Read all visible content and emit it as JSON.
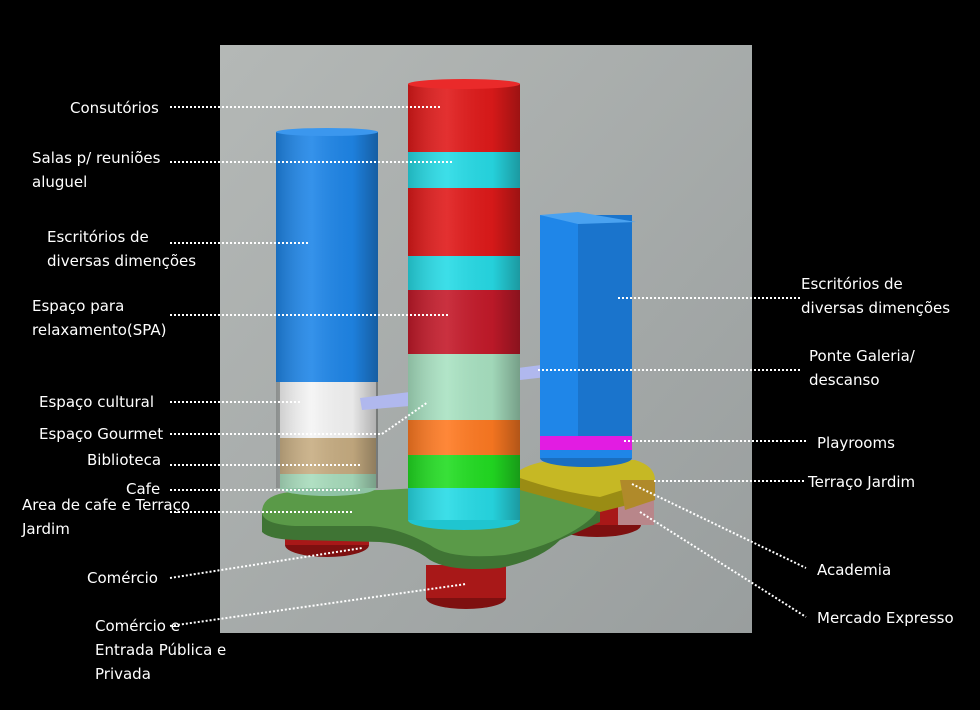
{
  "colors": {
    "background": "#000000",
    "render_bg": "#a9aeae",
    "office_blue": "#1f86e8",
    "consult_red": "#e01a1a",
    "meeting_cyan": "#27dbe6",
    "spa_red": "#c41a2a",
    "cultural_mint": "#a9e2c2",
    "gourmet_orange": "#ff7a22",
    "green_band": "#22dd22",
    "white_band": "#f4f4f4",
    "library_tan": "#c7ad82",
    "cafe_mint": "#a8dcbc",
    "podium_green": "#5a9a48",
    "terrace_yellow": "#c6b824",
    "play_magenta": "#e21ce2",
    "commerce_red": "#a81818",
    "bridge_lavender": "#b0b8ee",
    "leader": "#ffffff"
  },
  "labels": [
    {
      "id": "consultorios",
      "lines": [
        "Consutórios"
      ]
    },
    {
      "id": "salas",
      "lines": [
        "Salas p/ reuniões",
        "aluguel"
      ]
    },
    {
      "id": "escritorios_left",
      "lines": [
        "Escritórios  de",
        "diversas dimenções"
      ]
    },
    {
      "id": "spa",
      "lines": [
        "Espaço para",
        "relaxamento(SPA)"
      ]
    },
    {
      "id": "cultural",
      "lines": [
        "Espaço cultural"
      ]
    },
    {
      "id": "gourmet",
      "lines": [
        "Espaço Gourmet"
      ]
    },
    {
      "id": "biblioteca",
      "lines": [
        "Biblioteca"
      ]
    },
    {
      "id": "cafe",
      "lines": [
        "Cafe"
      ]
    },
    {
      "id": "area_cafe",
      "lines": [
        "Area de cafe e  Terraço",
        "Jardim"
      ]
    },
    {
      "id": "comercio",
      "lines": [
        "Comércio"
      ]
    },
    {
      "id": "comercio_entrada",
      "lines": [
        "Comércio e",
        "Entrada Pública e",
        "Privada"
      ]
    },
    {
      "id": "escritorios_right",
      "lines": [
        "Escritórios  de",
        "diversas dimenções"
      ]
    },
    {
      "id": "ponte",
      "lines": [
        "Ponte Galeria/",
        "descanso"
      ]
    },
    {
      "id": "playrooms",
      "lines": [
        "Playrooms"
      ]
    },
    {
      "id": "terraco",
      "lines": [
        "Terraço Jardim"
      ]
    },
    {
      "id": "academia",
      "lines": [
        "Academia"
      ]
    },
    {
      "id": "mercado",
      "lines": [
        "Mercado  Expresso"
      ]
    }
  ]
}
